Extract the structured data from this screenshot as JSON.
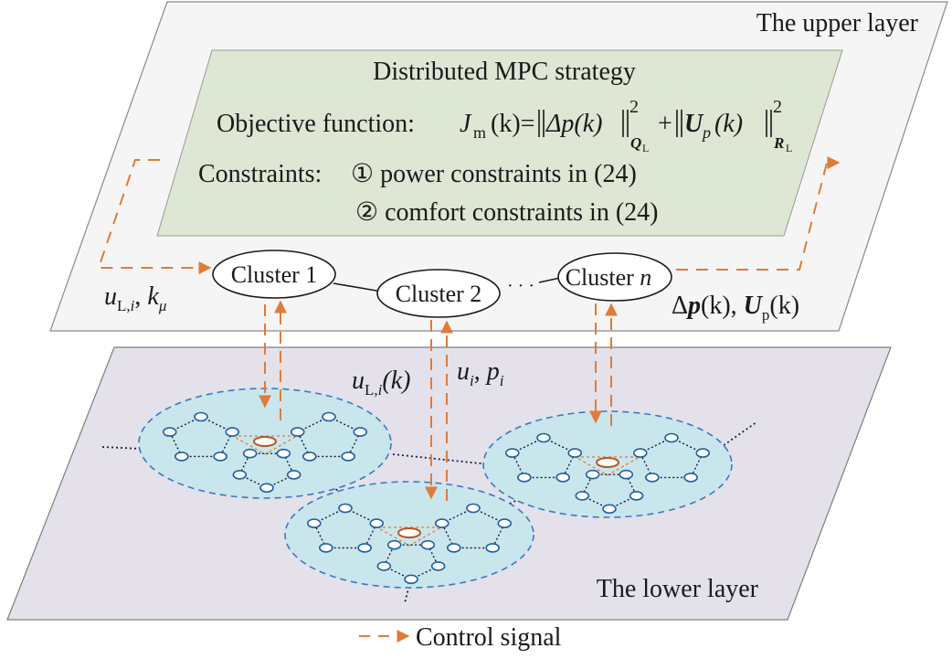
{
  "upper_layer": {
    "title": "The upper layer",
    "strategy": {
      "title": "Distributed MPC strategy",
      "objective_prefix": "Objective function: ",
      "objective_J": "J",
      "objective_J_sub": "m",
      "objective_k": "(k)=",
      "delta_p": "Δp(k)",
      "exp_2a": "2",
      "weight_Q": "Q",
      "weight_Q_sub": "L",
      "plus": "+",
      "U_p": "U",
      "U_p_sub": "p",
      "U_p_arg": "(k)",
      "exp_2b": "2",
      "weight_R": "R",
      "weight_R_sub": "L",
      "constraints_label": "Constraints: ",
      "constraint_1": "① power constraints in (24)",
      "constraint_2": "② comfort constraints in (24)"
    },
    "clusters": [
      {
        "label": "Cluster 1"
      },
      {
        "label": "Cluster 2"
      },
      {
        "label": "Cluster ",
        "italic": "n"
      }
    ],
    "ellipsis": "·  ·  ·",
    "left_signal": {
      "u": "u",
      "u_sub": "L,",
      "u_sub_i": "i",
      "sep": ", ",
      "k": "k",
      "k_sub": "μ"
    },
    "right_signal": {
      "delta": "Δ",
      "p": "p",
      "k1": "(k), ",
      "U": "U",
      "U_sub": "p",
      "k2": "(k)"
    }
  },
  "middle_labels": {
    "uL": {
      "u": "u",
      "sub": "L,",
      "sub_i": "i",
      "arg": "(k)"
    },
    "ui_pi": {
      "u": "u",
      "u_sub": "i",
      "sep": ", ",
      "p": "p",
      "p_sub": "i"
    }
  },
  "lower_layer": {
    "title": "The lower layer"
  },
  "legend": {
    "label": "Control signal"
  },
  "colors": {
    "upper_fill": "#f5f5f5",
    "lower_fill": "#e4e1ea",
    "strategy_fill": "#dde7d4",
    "cluster_fill": "#c9e6ed",
    "cluster_border": "#3a78c2",
    "node_border": "#1e5ea8",
    "control": "#e07b39"
  }
}
